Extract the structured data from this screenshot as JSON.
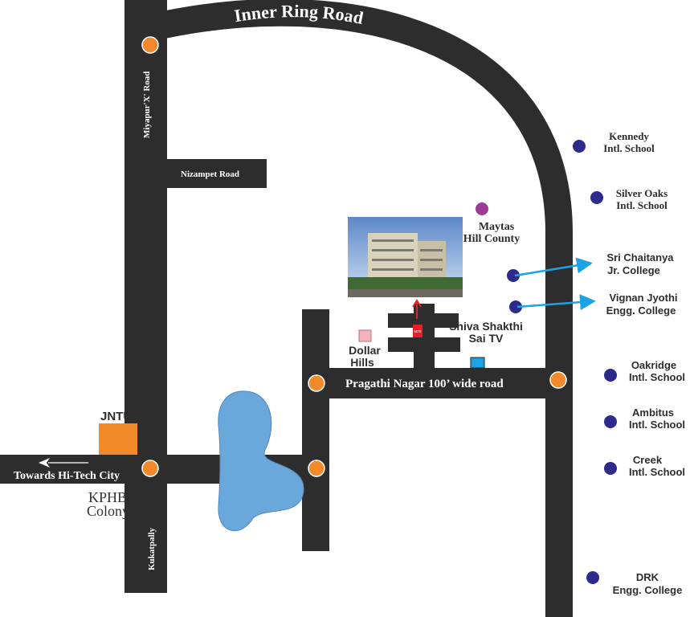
{
  "colors": {
    "road": "#2e2d2d",
    "junction": "#f28a2c",
    "school": "#2e2a8c",
    "arrow": "#1aa4e6",
    "lake": "#6aa8dc",
    "jntu": "#f28a2c",
    "maytas": "#9b3c96",
    "dollar": "#f4b3bc",
    "shiva": "#1aa4e6",
    "site": "#e5202a"
  },
  "roads": {
    "inner_ring": "Inner Ring Road",
    "miyapur": "Miyapur'X' Road",
    "nizampet": "Nizampet Road",
    "pragathi": "Pragathi Nagar 100’ wide road",
    "hitech": "Towards Hi-Tech City",
    "kukatpally": "Kukatpally"
  },
  "places": {
    "jntu": "JNTU",
    "kphb": [
      "KPHB",
      "Colony"
    ],
    "maytas": [
      "Maytas",
      "Hill County"
    ],
    "dollar": [
      "Dollar",
      "Hills"
    ],
    "shiva": [
      "Shiva Shakthi",
      "Sai TV"
    ],
    "site": "SITE"
  },
  "schools": [
    [
      "Kennedy",
      "Intl. School"
    ],
    [
      "Silver Oaks",
      "Intl. School"
    ],
    [
      "Sri Chaitanya",
      "Jr. College"
    ],
    [
      "Vignan Jyothi",
      "Engg. College"
    ],
    [
      "Oakridge",
      "Intl. School"
    ],
    [
      "Ambitus",
      "Intl. School"
    ],
    [
      "Creek",
      "Intl. School"
    ],
    [
      "DRK",
      "Engg. College"
    ]
  ]
}
